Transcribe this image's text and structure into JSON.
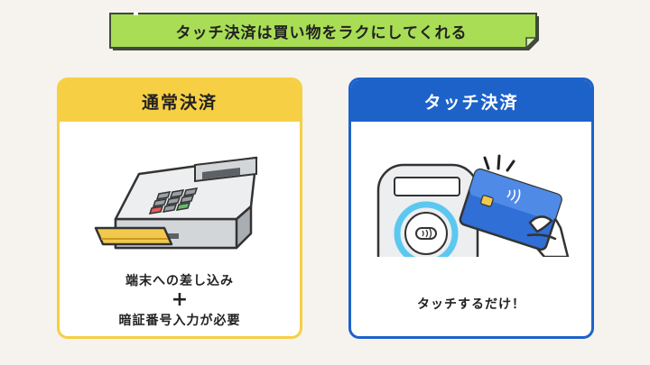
{
  "banner": {
    "title": "タッチ決済は買い物をラクにしてくれる",
    "color": "#a8dd55"
  },
  "left_panel": {
    "heading": "通常決済",
    "caption_line1": "端末への差し込み",
    "plus": "+",
    "caption_line2": "暗証番号入力が必要",
    "accent": "#f6cf44"
  },
  "right_panel": {
    "heading": "タッチ決済",
    "caption": "タッチするだけ！",
    "accent": "#1d62c9"
  }
}
